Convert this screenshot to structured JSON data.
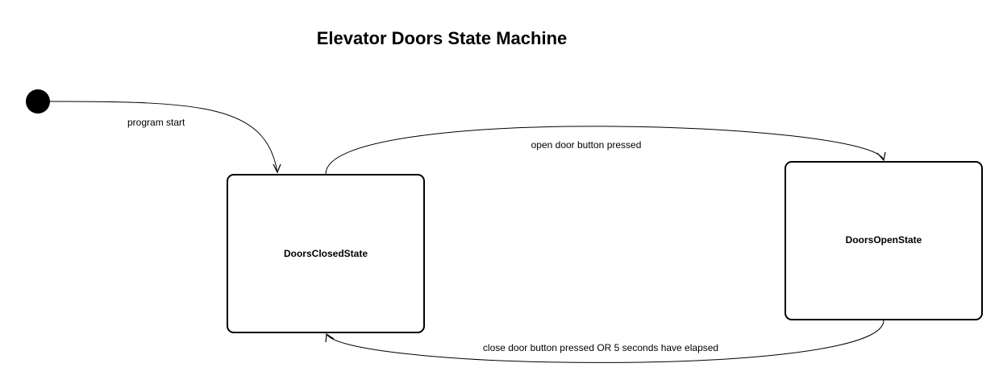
{
  "diagram": {
    "title": "Elevator Doors State Machine",
    "states": {
      "closed": {
        "label": "DoorsClosedState"
      },
      "open": {
        "label": "DoorsOpenState"
      }
    },
    "transitions": {
      "start": {
        "label": "program start"
      },
      "open": {
        "label": "open door button pressed"
      },
      "close": {
        "label": "close door button pressed OR 5 seconds have elapsed"
      }
    },
    "colors": {
      "stroke": "#000000",
      "fill": "#ffffff",
      "initial_node": "#000000"
    }
  }
}
